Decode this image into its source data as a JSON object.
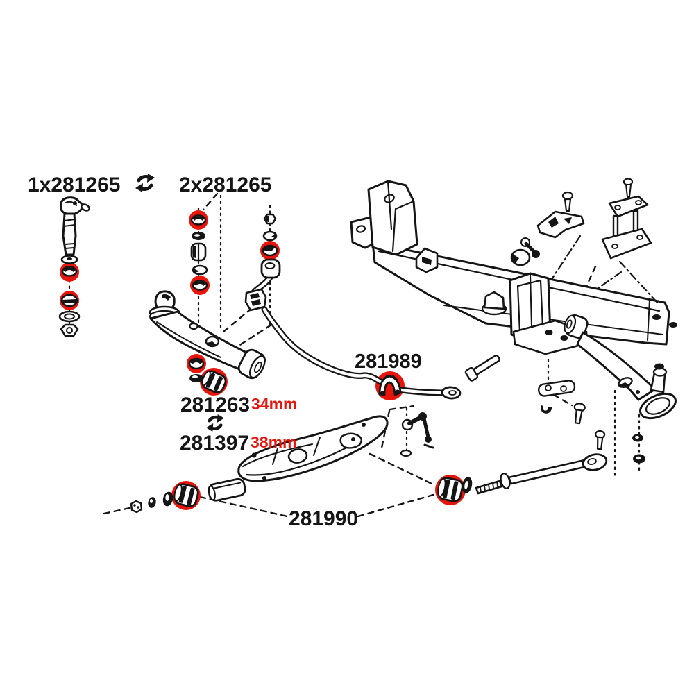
{
  "diagram": {
    "type": "exploded-parts-diagram",
    "subject": "front suspension sway bar and control arm bushing kit",
    "background": "#ffffff",
    "line_color": "#151515",
    "highlight_color": "#e8150c",
    "highlight_ring_count": 10,
    "icons": {
      "swap": "circular-arrows-swap-icon",
      "swap_meaning": "alternative / interchangeable part"
    },
    "labels": {
      "left_qty": {
        "text": "1x281265",
        "color": "#151515"
      },
      "right_qty": {
        "text": "2x281265",
        "color": "#151515"
      },
      "clamp": {
        "text": "281989",
        "color": "#151515"
      },
      "b34": {
        "text": "281263",
        "color": "#151515"
      },
      "b34_size": {
        "text": "34mm",
        "color": "#e8150c"
      },
      "b38": {
        "text": "281397",
        "color": "#151515"
      },
      "b38_size": {
        "text": "38mm",
        "color": "#e8150c"
      },
      "strut": {
        "text": "281990",
        "color": "#151515"
      }
    }
  }
}
